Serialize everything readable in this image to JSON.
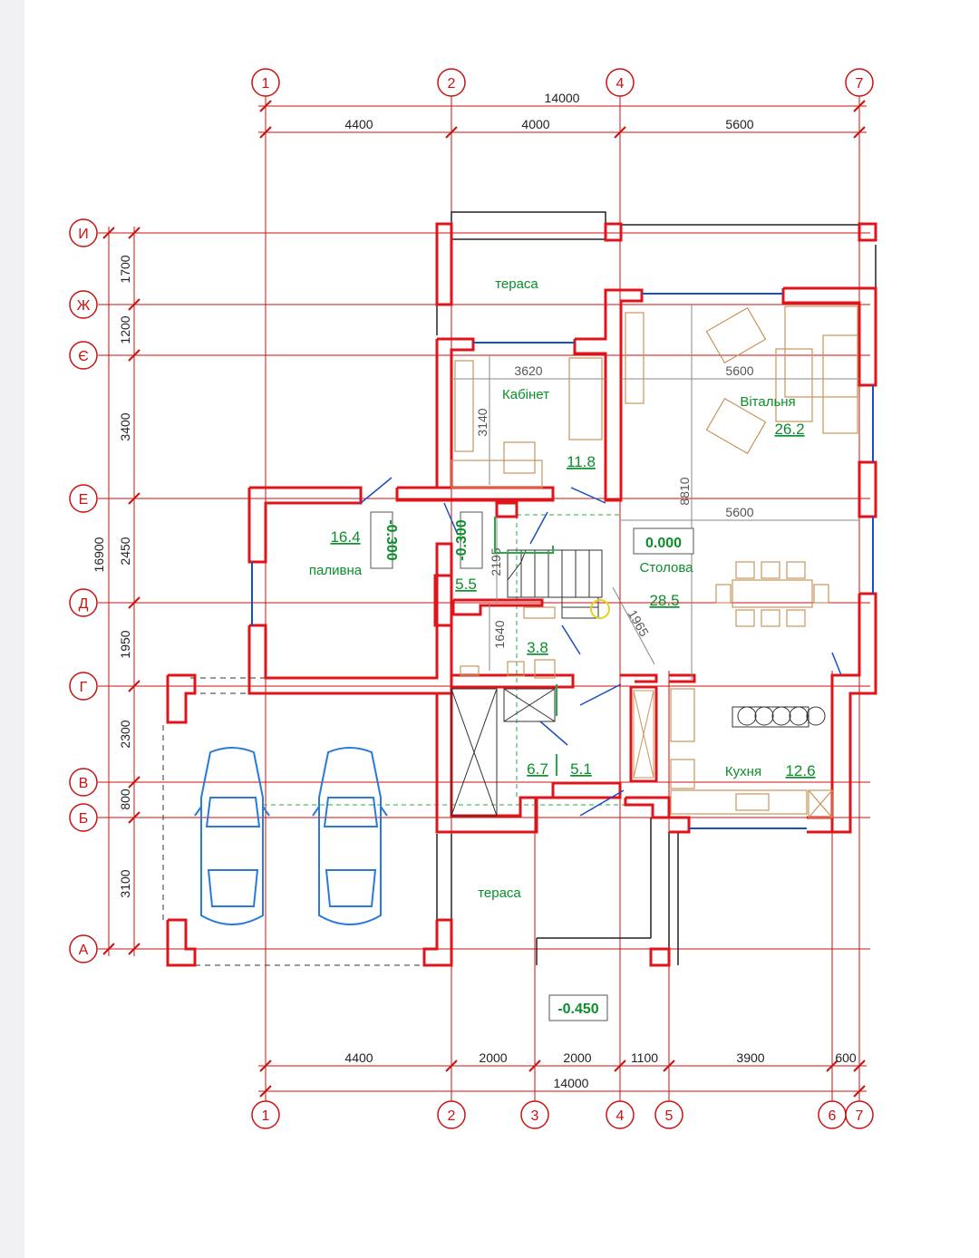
{
  "axes_top": [
    "1",
    "2",
    "4",
    "7"
  ],
  "axes_bottom": [
    "1",
    "2",
    "3",
    "4",
    "5",
    "6",
    "7"
  ],
  "axes_left": [
    "И",
    "Ж",
    "Є",
    "Е",
    "Д",
    "Г",
    "В",
    "Б",
    "А"
  ],
  "dims_top": {
    "total": "14000",
    "seg": [
      "4400",
      "4000",
      "5600"
    ]
  },
  "dims_bottom": {
    "total": "14000",
    "seg": [
      "4400",
      "2000",
      "2000",
      "1100",
      "3900",
      "600"
    ]
  },
  "dims_left": {
    "total": "16900",
    "seg": [
      "1700",
      "1200",
      "3400",
      "2450",
      "1950",
      "2300",
      "800",
      "3100"
    ]
  },
  "inner_dims": {
    "kab_w": "3620",
    "kab_h": "3140",
    "liv_w": "5600",
    "din_w": "5600",
    "h_8810": "8810",
    "h_2195": "2195",
    "h_1640": "1640",
    "diag_1965": "1965"
  },
  "rooms": {
    "terrace_top": "тераса",
    "terrace_bottom": "тераса",
    "cabinet": "Кабінет",
    "cabinet_area": "11.8",
    "living": "Вітальня",
    "living_area": "26.2",
    "boiler": "паливна",
    "boiler_area": "16.4",
    "dining": "Столова",
    "dining_area": "28.5",
    "kitchen": "Кухня",
    "kitchen_area": "12.6",
    "r55": "5.5",
    "r38": "3.8",
    "r67": "6.7",
    "r51": "5.1"
  },
  "levels": {
    "main": "0.000",
    "boiler": "-0.300",
    "hall": "-0.300",
    "outside": "-0.450"
  },
  "colors": {
    "axis": "#cc1111",
    "wall": "#e0141b",
    "text_green": "#0a8f2a",
    "furniture": "#c8955a",
    "car": "#2a7ad8",
    "window": "#1a4fc0"
  }
}
